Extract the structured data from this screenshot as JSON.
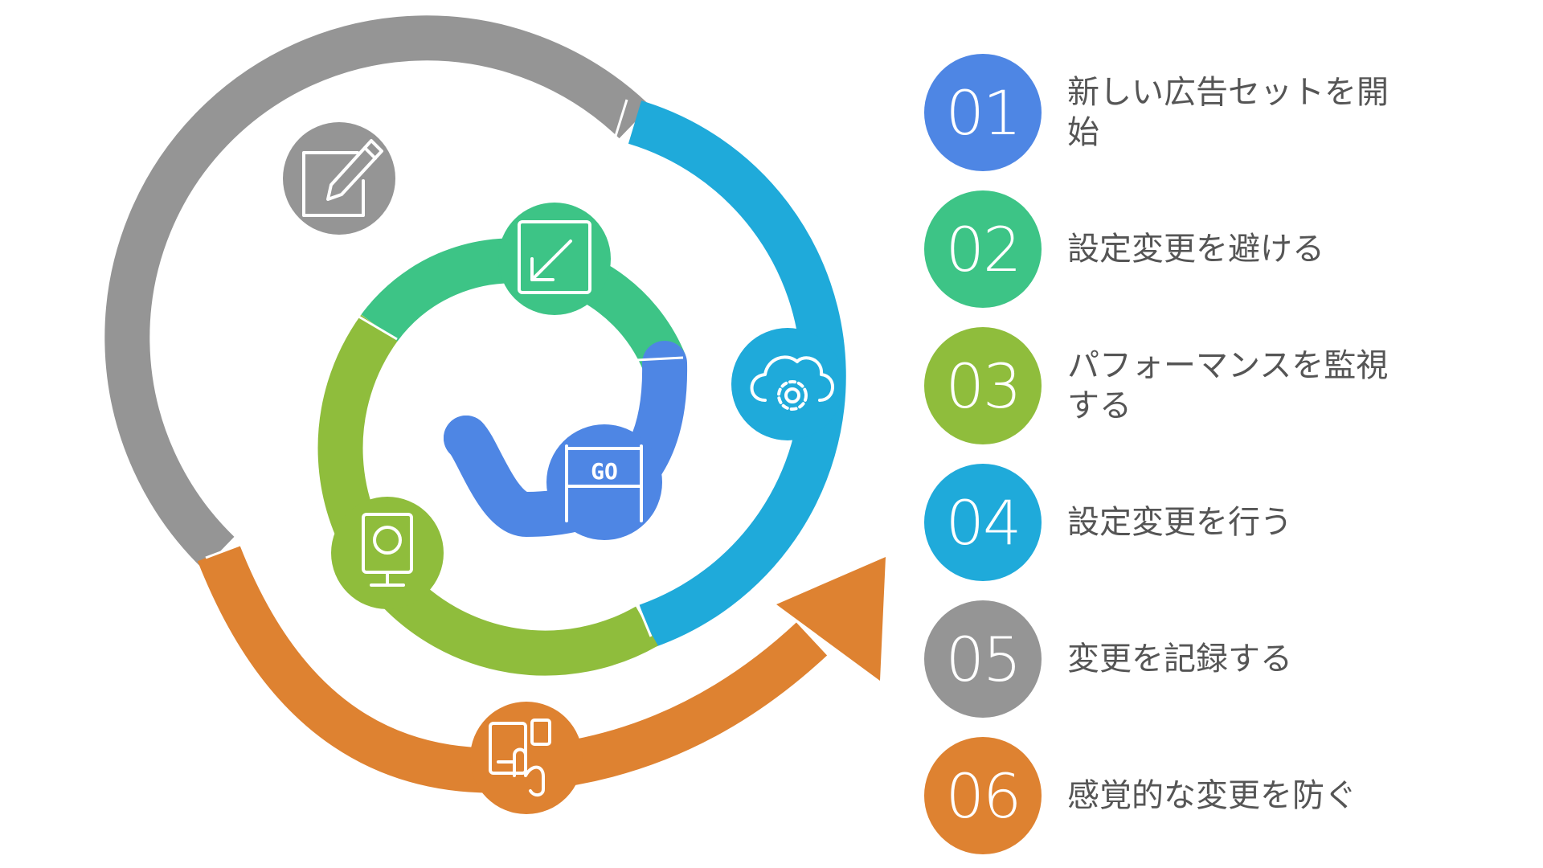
{
  "colors": {
    "blue": "#4E86E4",
    "green": "#3DC486",
    "olive": "#8FBD3C",
    "cyan": "#1FAADA",
    "gray": "#959595",
    "orange": "#DE8231",
    "text": "#555555"
  },
  "spiral_icons": {
    "blue": "go-sign-icon",
    "green": "arrow-square-icon",
    "olive": "webcam-icon",
    "cyan": "cloud-settings-icon",
    "gray": "edit-note-icon",
    "orange": "devices-touch-icon"
  },
  "go_label": "GO",
  "steps": [
    {
      "number": "01",
      "text": "新しい広告セットを開始",
      "color": "#4E86E4"
    },
    {
      "number": "02",
      "text": "設定変更を避ける",
      "color": "#3DC486"
    },
    {
      "number": "03",
      "text": "パフォーマンスを監視する",
      "color": "#8FBD3C"
    },
    {
      "number": "04",
      "text": "設定変更を行う",
      "color": "#1FAADA"
    },
    {
      "number": "05",
      "text": "変更を記録する",
      "color": "#959595"
    },
    {
      "number": "06",
      "text": "感覚的な変更を防ぐ",
      "color": "#DE8231"
    }
  ]
}
